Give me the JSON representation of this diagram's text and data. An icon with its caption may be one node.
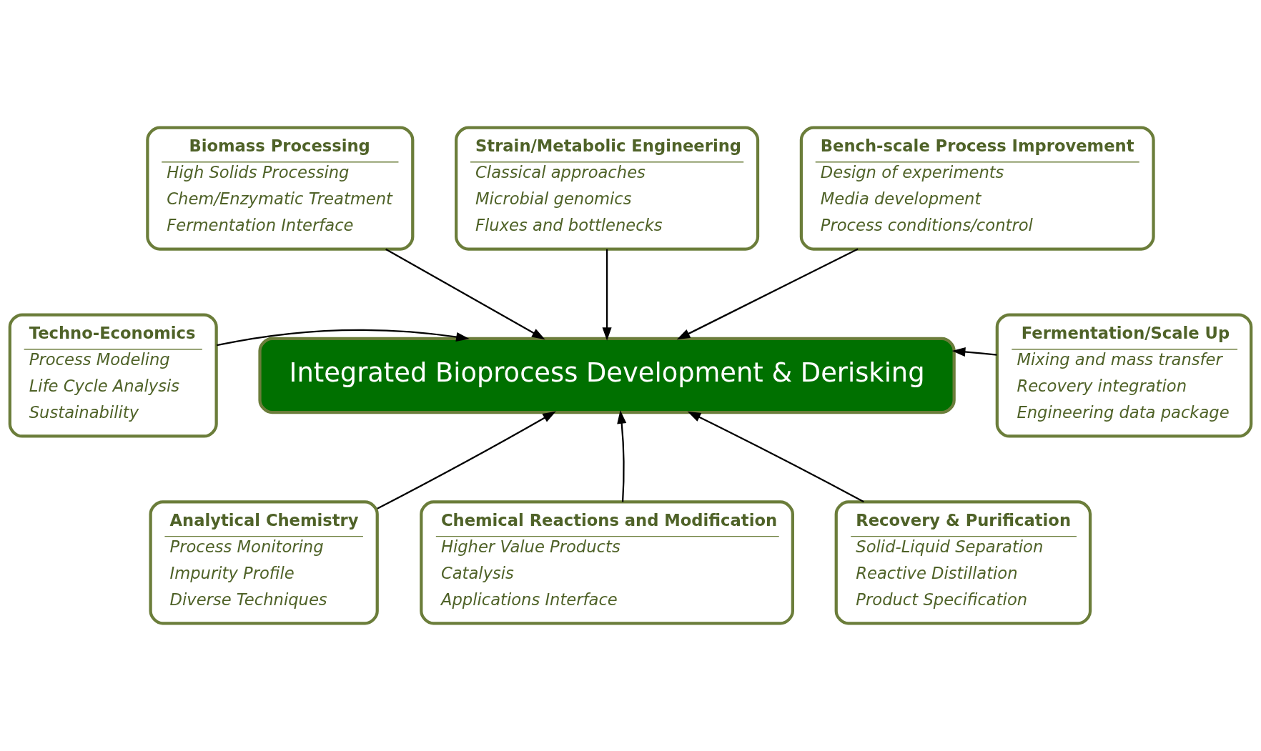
{
  "diagram": {
    "nodes": [
      {
        "text": [
          "Biomass Processing",
          "High Solids Processing",
          "Chem/Enzymatic Treatment",
          "Fermentation Interface"
        ]
      },
      {
        "text": [
          "Strain/Metabolic Engineering",
          "Classical approaches",
          "Microbial genomics",
          "Fluxes and bottlenecks"
        ]
      },
      {
        "text": [
          "Bench-scale Process Improvement",
          "Design of experiments",
          "Media development",
          "Process conditions/control"
        ]
      },
      {
        "text": [
          "Techno-Economics",
          "Process Modeling",
          "Life Cycle Analysis",
          "Sustainability"
        ]
      },
      {
        "text": [
          "Integrated Bioprocess Development & Derisking"
        ]
      },
      {
        "text": [
          "Fermentation/Scale Up",
          "Mixing and mass transfer",
          "Recovery integration",
          "Engineering data package"
        ]
      },
      {
        "text": [
          "Analytical Chemistry",
          "Process Monitoring",
          "Impurity Profile",
          "Diverse Techniques"
        ]
      },
      {
        "text": [
          "Chemical Reactions and Modification",
          "Higher Value Products",
          "Catalysis",
          "Applications Interface"
        ]
      },
      {
        "text": [
          "Recovery & Purification",
          "Solid-Liquid Separation",
          "Reactive Distillation",
          "Product Specification"
        ]
      }
    ],
    "edges": [
      {
        "from": 0,
        "to": 4,
        "arrow": "to"
      },
      {
        "from": 1,
        "to": 4,
        "arrow": "to"
      },
      {
        "from": 2,
        "to": 4,
        "arrow": "to"
      },
      {
        "from": 3,
        "to": 4,
        "arrow": "to"
      },
      {
        "from": 5,
        "to": 4,
        "arrow": "to"
      },
      {
        "from": 6,
        "to": 4,
        "arrow": "to"
      },
      {
        "from": 7,
        "to": 4,
        "arrow": "to"
      },
      {
        "from": 8,
        "to": 4,
        "arrow": "to"
      }
    ]
  }
}
